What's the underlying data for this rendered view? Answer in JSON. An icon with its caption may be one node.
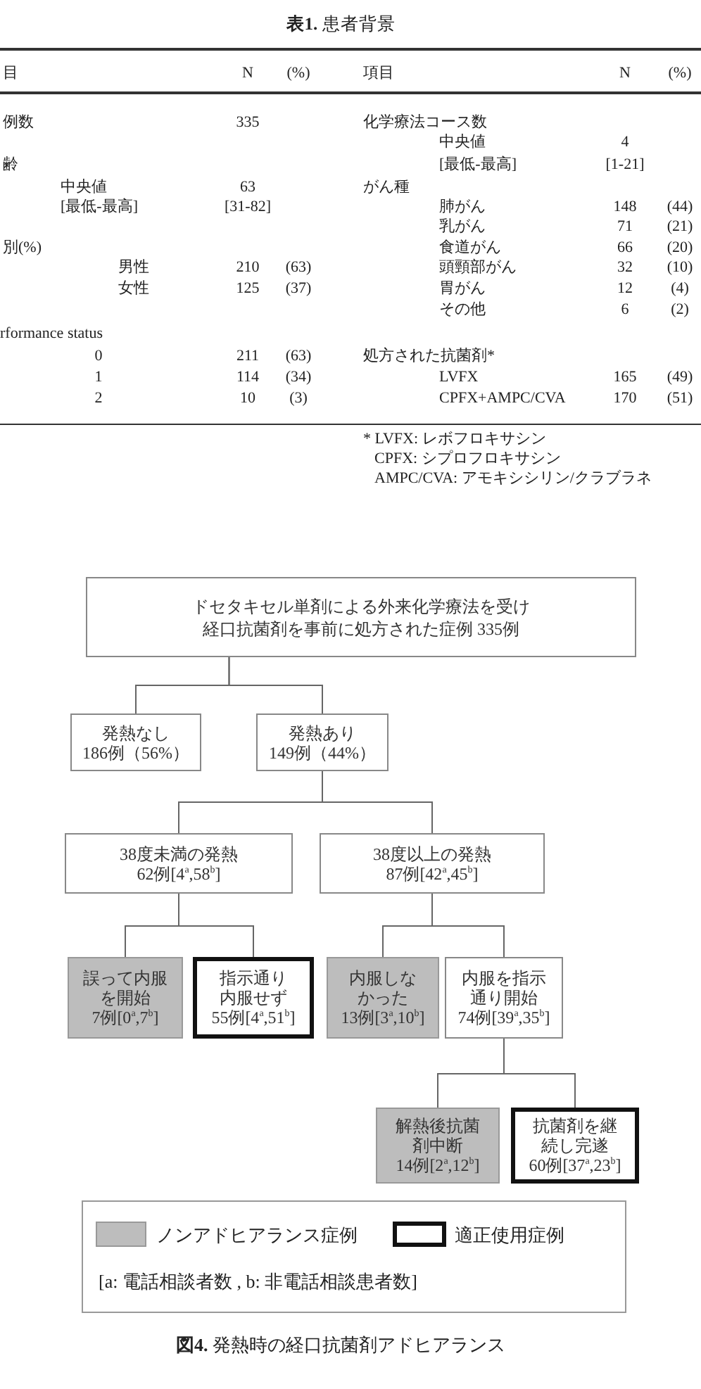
{
  "diagram": {
    "title": "**表1.** 患者背景",
    "caption": "**図4.** 発熱時の経口抗菌剤アドヒアランス",
    "nodes": [
      {
        "text": [
          "ドセタキセル単剤による外来化学療法を受け経口抗菌剤を事前に処方された症例 335例"
        ]
      },
      {
        "text": [
          "発熱なし",
          "186例（56%）"
        ]
      },
      {
        "text": [
          "発熱あり",
          "149例（44%）"
        ]
      },
      {
        "text": [
          "38度未満の発熱",
          "62例[4$^{a}$,58$^{b}$]"
        ]
      },
      {
        "text": [
          "38度以上の発熱",
          "87例[42$^{a}$,45$^{b}$]"
        ]
      },
      {
        "text": [
          "誤って内服を開始",
          "7例[0$^{a}$,7$^{b}$]"
        ]
      },
      {
        "text": [
          "指示通り内服せず",
          "55例[4$^{a}$,51$^{b}$]"
        ]
      },
      {
        "text": [
          "内服しなかった",
          "13例[3$^{a}$,10$^{b}$]"
        ]
      },
      {
        "text": [
          "内服を指示通り開始",
          "74例[39$^{a}$,35$^{b}$]"
        ]
      },
      {
        "text": [
          "解熱後抗菌剤中断",
          "14例[2$^{a}$,12$^{b}$]"
        ]
      },
      {
        "text": [
          "抗菌剤を継続し完遂",
          "60例[37$^{a}$,23$^{b}$]"
        ]
      }
    ],
    "edges": [
      {
        "from": 0,
        "to": 1,
        "arrow": "none"
      },
      {
        "from": 0,
        "to": 2,
        "arrow": "none"
      },
      {
        "from": 2,
        "to": 3,
        "arrow": "none"
      },
      {
        "from": 2,
        "to": 4,
        "arrow": "none"
      },
      {
        "from": 3,
        "to": 5,
        "arrow": "none"
      },
      {
        "from": 3,
        "to": 6,
        "arrow": "none"
      },
      {
        "from": 4,
        "to": 7,
        "arrow": "none"
      },
      {
        "from": 4,
        "to": 8,
        "arrow": "none"
      },
      {
        "from": 8,
        "to": 9,
        "arrow": "none"
      },
      {
        "from": 8,
        "to": 10,
        "arrow": "none"
      }
    ],
    "labels": [
      "目",
      "N",
      "(%)",
      "項目",
      "N",
      "(%)",
      "例数",
      "335",
      "齢",
      "中央値",
      "63",
      "[最低-最高]",
      "[31-82]",
      "別(%)",
      "男性",
      "210",
      "(63)",
      "女性",
      "125",
      "(37)",
      "rformance status",
      "0",
      "211",
      "(63)",
      "1",
      "114",
      "(34)",
      "2",
      "10",
      "(3)",
      "化学療法コース数",
      "中央値",
      "4",
      "[最低-最高]",
      "[1-21]",
      "がん種",
      "肺がん",
      "148",
      "(44)",
      "乳がん",
      "71",
      "(21)",
      "食道がん",
      "66",
      "(20)",
      "頭頸部がん",
      "32",
      "(10)",
      "胃がん",
      "12",
      "(4)",
      "その他",
      "6",
      "(2)",
      "処方された抗菌剤*",
      "LVFX",
      "165",
      "(49)",
      "CPFX+AMPC/CVA",
      "170",
      "(51)",
      "* LVFX: レボフロキサシン",
      "CPFX: シプロフロキサシン",
      "AMPC/CVA: アモキシシリン/クラブラネ",
      "[a: 電話相談者数 , b: 非電話相談患者数]"
    ],
    "legend": [
      {
        "text": "ノンアドヒアランス症例",
        "color": "#bdbdbd"
      },
      {
        "text": "適正使用症例"
      }
    ]
  }
}
